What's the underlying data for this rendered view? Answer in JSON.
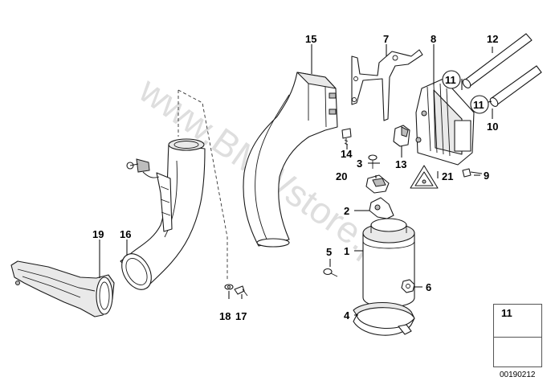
{
  "labels": {
    "l1": "1",
    "l2": "2",
    "l3": "3",
    "l4": "4",
    "l5": "5",
    "l6": "6",
    "l7": "7",
    "l8": "8",
    "l9": "9",
    "l10": "10",
    "l11a": "11",
    "l11b": "11",
    "l12": "12",
    "l13": "13",
    "l14": "14",
    "l15": "15",
    "l16": "16",
    "l17": "17",
    "l18": "18",
    "l19": "19",
    "l20": "20",
    "l21": "21"
  },
  "legend": {
    "number": "11"
  },
  "doc_number": "00190212",
  "watermark": "www.BMWstore.pl"
}
